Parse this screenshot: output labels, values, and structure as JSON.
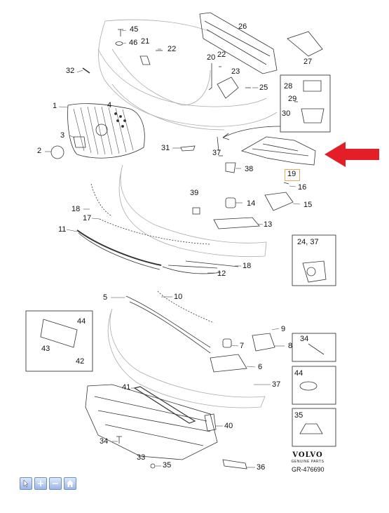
{
  "callouts": {
    "n45": "45",
    "n46": "46",
    "n21": "21",
    "n22a": "22",
    "n20": "20",
    "n22b": "22",
    "n23": "23",
    "n25": "25",
    "n26": "26",
    "n27": "27",
    "n28": "28",
    "n29": "29",
    "n30": "30",
    "n32": "32",
    "n1": "1",
    "n4": "4",
    "n3": "3",
    "n2": "2",
    "n31": "31",
    "n37a": "37",
    "n38": "38",
    "n19": "19",
    "n16": "16",
    "n15": "15",
    "n14": "14",
    "n13": "13",
    "n39": "39",
    "n18a": "18",
    "n17": "17",
    "n11": "11",
    "n12": "12",
    "n18b": "18",
    "n24_37": "24, 37",
    "n5": "5",
    "n10": "10",
    "n9": "9",
    "n8": "8",
    "n7": "7",
    "n6": "6",
    "n37b": "37",
    "n44a": "44",
    "n43": "43",
    "n42": "42",
    "n34a": "34",
    "n44b": "44",
    "n35a": "35",
    "n41": "41",
    "n40": "40",
    "n34b": "34",
    "n33": "33",
    "n35b": "35",
    "n36": "36"
  },
  "brand": {
    "name": "VOLVO",
    "tagline": "GENUINE PARTS",
    "reference": "GR-476690"
  },
  "colors": {
    "arrow": "#e41e26",
    "line": "#333333",
    "highlight": "#e0b060",
    "toolbar": "#9bb6e6"
  },
  "toolbar": {
    "icons": [
      "select-icon",
      "zoom-in-icon",
      "zoom-out-icon",
      "home-icon"
    ],
    "zoom_in_label": "+",
    "zoom_out_label": "−"
  }
}
